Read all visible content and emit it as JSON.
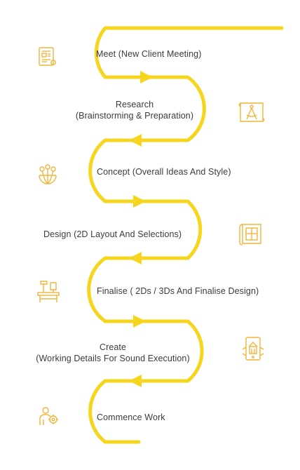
{
  "colors": {
    "track": "#f6d51e",
    "icon": "#f2b43a",
    "text": "#3b3b3b"
  },
  "steps": [
    {
      "lines": [
        "Meet (New Client Meeting)"
      ],
      "icon": "blueprint-plan-icon"
    },
    {
      "lines": [
        "Research",
        "(Brainstorming & Preparation)"
      ],
      "icon": "drafting-compass-icon"
    },
    {
      "lines": [
        "Concept (Overall Ideas And Style)"
      ],
      "icon": "globe-ideas-icon"
    },
    {
      "lines": [
        "Design (2D Layout And Selections)"
      ],
      "icon": "floor-plan-scroll-icon"
    },
    {
      "lines": [
        "Finalise ( 2Ds / 3Ds And Finalise Design)"
      ],
      "icon": "workbench-tools-icon"
    },
    {
      "lines": [
        "Create",
        "(Working Details For Sound Execution)"
      ],
      "icon": "tablet-building-icon"
    },
    {
      "lines": [
        "Commence Work"
      ],
      "icon": "worker-gear-icon"
    }
  ]
}
